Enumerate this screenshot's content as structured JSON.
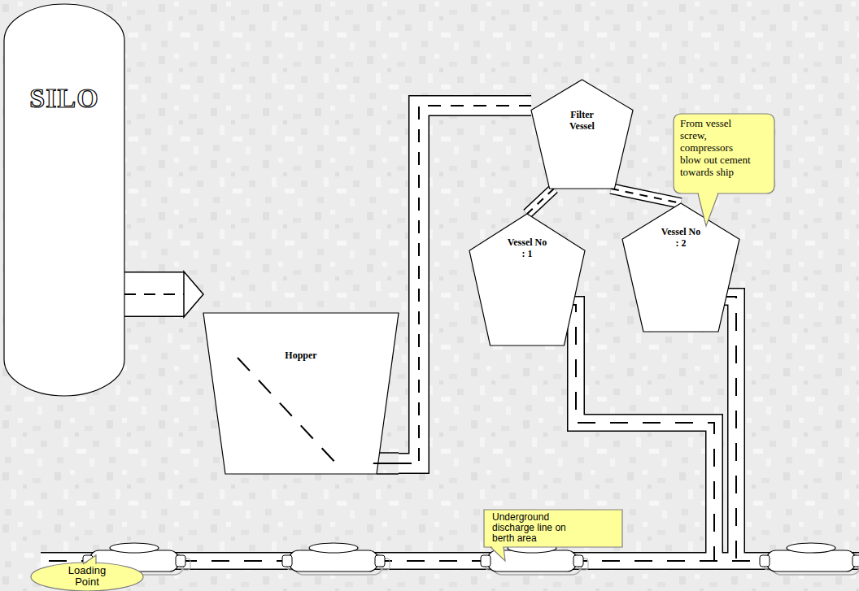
{
  "diagram": {
    "nodes": [
      {
        "text": [
          "SILO"
        ]
      },
      {
        "text": [
          "Hopper"
        ]
      },
      {
        "text": [
          "Filter Vessel"
        ]
      },
      {
        "text": [
          "Vessel No : 1"
        ]
      },
      {
        "text": [
          "Vessel No : 2"
        ]
      },
      {
        "text": [
          "From vessel screw, compressors blow out cement towards ship"
        ]
      },
      {
        "text": [
          "Underground discharge line on berth area"
        ]
      },
      {
        "text": [
          "Loading Point"
        ]
      }
    ],
    "edges": [
      {
        "from": 0,
        "to": 1,
        "arrow": "to"
      },
      {
        "from": 1,
        "to": 2,
        "arrow": "none"
      },
      {
        "from": 2,
        "to": 3,
        "arrow": "none"
      },
      {
        "from": 2,
        "to": 4,
        "arrow": "none"
      }
    ]
  }
}
